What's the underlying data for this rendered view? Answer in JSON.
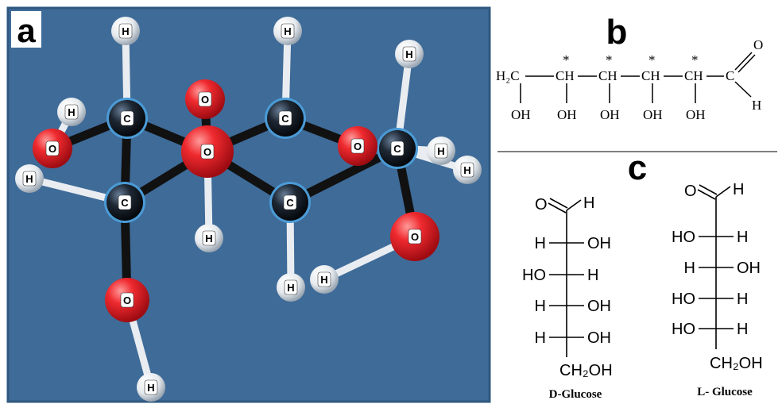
{
  "colors": {
    "background_blue": "#3f6b98",
    "carbon": "#141a22",
    "oxygen": "#e8202a",
    "hydrogen": "#eaeef2",
    "bond": "#111111",
    "ring_blue": "#4a9bd6"
  },
  "panel_a": {
    "label": "a",
    "atoms": [
      {
        "element": "H",
        "label": "H"
      },
      {
        "element": "H",
        "label": "H"
      },
      {
        "element": "H",
        "label": "H"
      },
      {
        "element": "H",
        "label": "H"
      },
      {
        "element": "H",
        "label": "H"
      },
      {
        "element": "H",
        "label": "H"
      },
      {
        "element": "H",
        "label": "H"
      },
      {
        "element": "H",
        "label": "H"
      },
      {
        "element": "H",
        "label": "H"
      },
      {
        "element": "H",
        "label": "H"
      },
      {
        "element": "H",
        "label": "H"
      },
      {
        "element": "H",
        "label": "H"
      },
      {
        "element": "C",
        "label": "C"
      },
      {
        "element": "C",
        "label": "C"
      },
      {
        "element": "C",
        "label": "C"
      },
      {
        "element": "C",
        "label": "C"
      },
      {
        "element": "C",
        "label": "C"
      },
      {
        "element": "O",
        "label": "O"
      },
      {
        "element": "O",
        "label": "O"
      },
      {
        "element": "O",
        "label": "O"
      },
      {
        "element": "O",
        "label": "O"
      },
      {
        "element": "O",
        "label": "O"
      },
      {
        "element": "O",
        "label": "O"
      }
    ]
  },
  "panel_b": {
    "label": "b",
    "chain_start": "H₂C",
    "ch_groups": [
      "CH",
      "CH",
      "CH",
      "CH"
    ],
    "end_carbon": "C",
    "aldehyde_o": "O",
    "aldehyde_h": "H",
    "stereo_mark": "*",
    "hydroxyls": [
      "OH",
      "OH",
      "OH",
      "OH",
      "OH"
    ]
  },
  "panel_c": {
    "label": "c",
    "d_glucose": {
      "name": "D-Glucose",
      "top_o": "O",
      "top_h": "H",
      "rows": [
        {
          "left": "H",
          "right": "OH"
        },
        {
          "left": "HO",
          "right": "H"
        },
        {
          "left": "H",
          "right": "OH"
        },
        {
          "left": "H",
          "right": "OH"
        }
      ],
      "bottom": "CH₂OH"
    },
    "l_glucose": {
      "name": "L- Glucose",
      "top_o": "O",
      "top_h": "H",
      "rows": [
        {
          "left": "HO",
          "right": "H"
        },
        {
          "left": "H",
          "right": "OH"
        },
        {
          "left": "HO",
          "right": "H"
        },
        {
          "left": "HO",
          "right": "H"
        }
      ],
      "bottom": "CH₂OH"
    }
  }
}
